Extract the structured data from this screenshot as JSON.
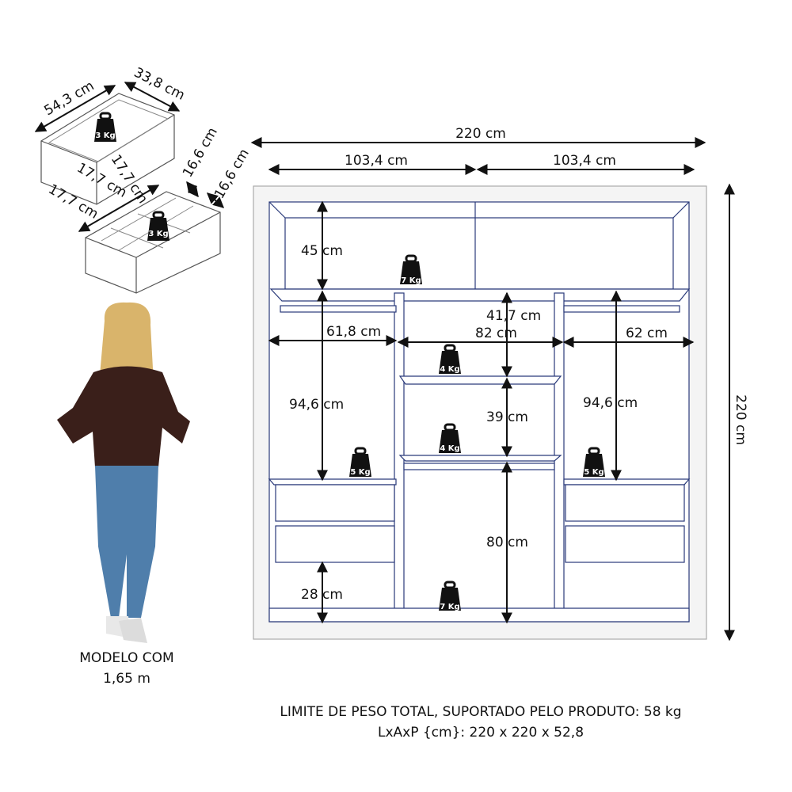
{
  "wardrobe": {
    "total_width": "220 cm",
    "left_width": "103,4 cm",
    "right_width": "103,4 cm",
    "total_height": "220 cm",
    "top_shelf_height": "45 cm",
    "center_upper_height": "41,7 cm",
    "left_width_inner": "61,8 cm",
    "center_width_inner": "82 cm",
    "right_width_inner": "62 cm",
    "left_hanging_height": "94,6 cm",
    "right_hanging_height": "94,6 cm",
    "center_mid_height": "39 cm",
    "center_lower_height": "80 cm",
    "bottom_height": "28 cm"
  },
  "weights": {
    "top": "7 Kg",
    "center_upper": "4 Kg",
    "center_mid": "4 Kg",
    "left_drawers": "5 Kg",
    "right_drawers": "5 Kg",
    "bottom": "7 Kg",
    "drawer_big": "3 Kg",
    "drawer_small": "3 Kg"
  },
  "drawer_big": {
    "width": "54,3 cm",
    "depth": "33,8 cm"
  },
  "drawer_small": {
    "dim_a": "17,7 cm",
    "dim_b": "17,7 cm",
    "dim_c": "16,6 cm",
    "dim_d": "16,6 cm"
  },
  "model": {
    "line1": "MODELO COM",
    "line2": "1,65 m"
  },
  "footer": {
    "line1": "LIMITE DE PESO TOTAL, SUPORTADO PELO PRODUTO: 58 kg",
    "line2": "LxAxP {cm}: 220 x 220 x 52,8"
  }
}
